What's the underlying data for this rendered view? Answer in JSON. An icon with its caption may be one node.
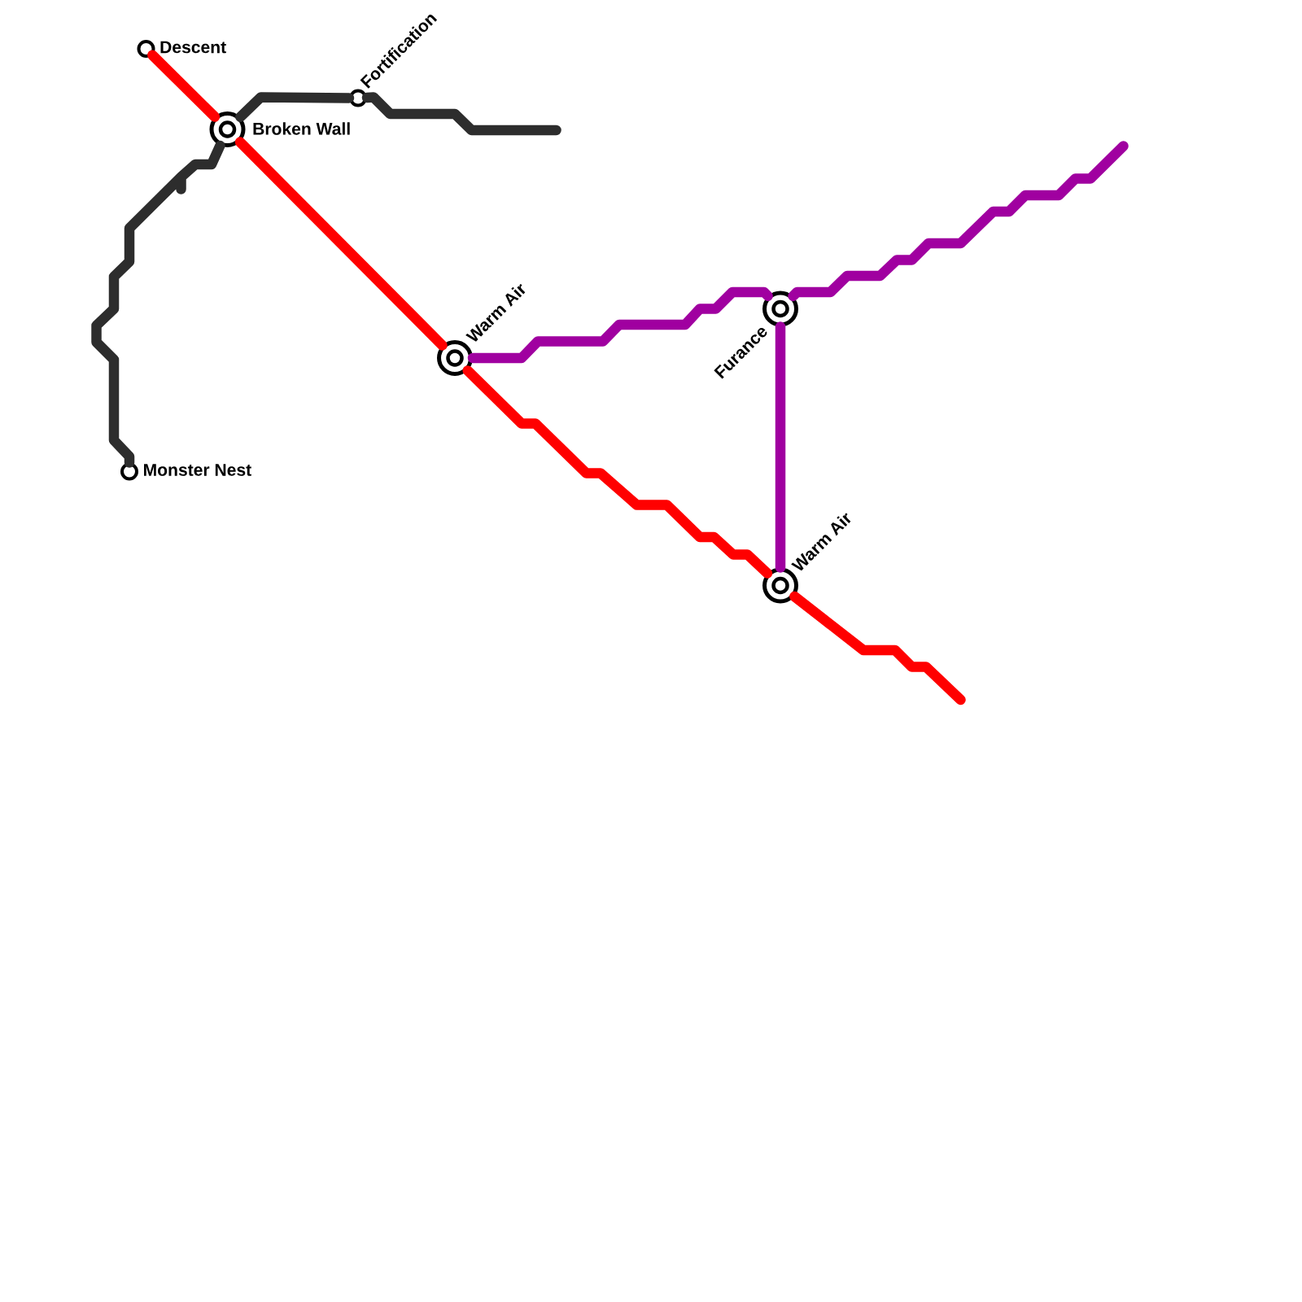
{
  "diagram": {
    "nodes": [
      {
        "text": [
          "Descent"
        ]
      },
      {
        "text": [
          "Broken Wall"
        ]
      },
      {
        "text": [
          "Fortification"
        ]
      },
      {
        "text": [
          "Monster Nest"
        ]
      },
      {
        "text": [
          "Warm Air"
        ]
      },
      {
        "text": [
          "Furance"
        ]
      },
      {
        "text": [
          "Warm Air"
        ]
      }
    ],
    "edges": [
      {
        "from": 0,
        "to": 1,
        "arrow": "none",
        "color": "#ff0000"
      },
      {
        "from": 1,
        "to": 4,
        "arrow": "none",
        "color": "#ff0000"
      },
      {
        "from": 4,
        "to": 6,
        "arrow": "none",
        "color": "#ff0000"
      },
      {
        "from": 6,
        "to": null,
        "arrow": "none",
        "color": "#ff0000"
      },
      {
        "from": 3,
        "to": 1,
        "arrow": "none",
        "color": "#2d2d2d"
      },
      {
        "from": 1,
        "to": 2,
        "arrow": "none",
        "color": "#2d2d2d"
      },
      {
        "from": 2,
        "to": null,
        "arrow": "none",
        "color": "#2d2d2d"
      },
      {
        "from": 4,
        "to": 5,
        "arrow": "none",
        "color": "#a000a0"
      },
      {
        "from": 5,
        "to": 6,
        "arrow": "none",
        "color": "#a000a0"
      },
      {
        "from": 5,
        "to": null,
        "arrow": "none",
        "color": "#a000a0"
      }
    ]
  }
}
